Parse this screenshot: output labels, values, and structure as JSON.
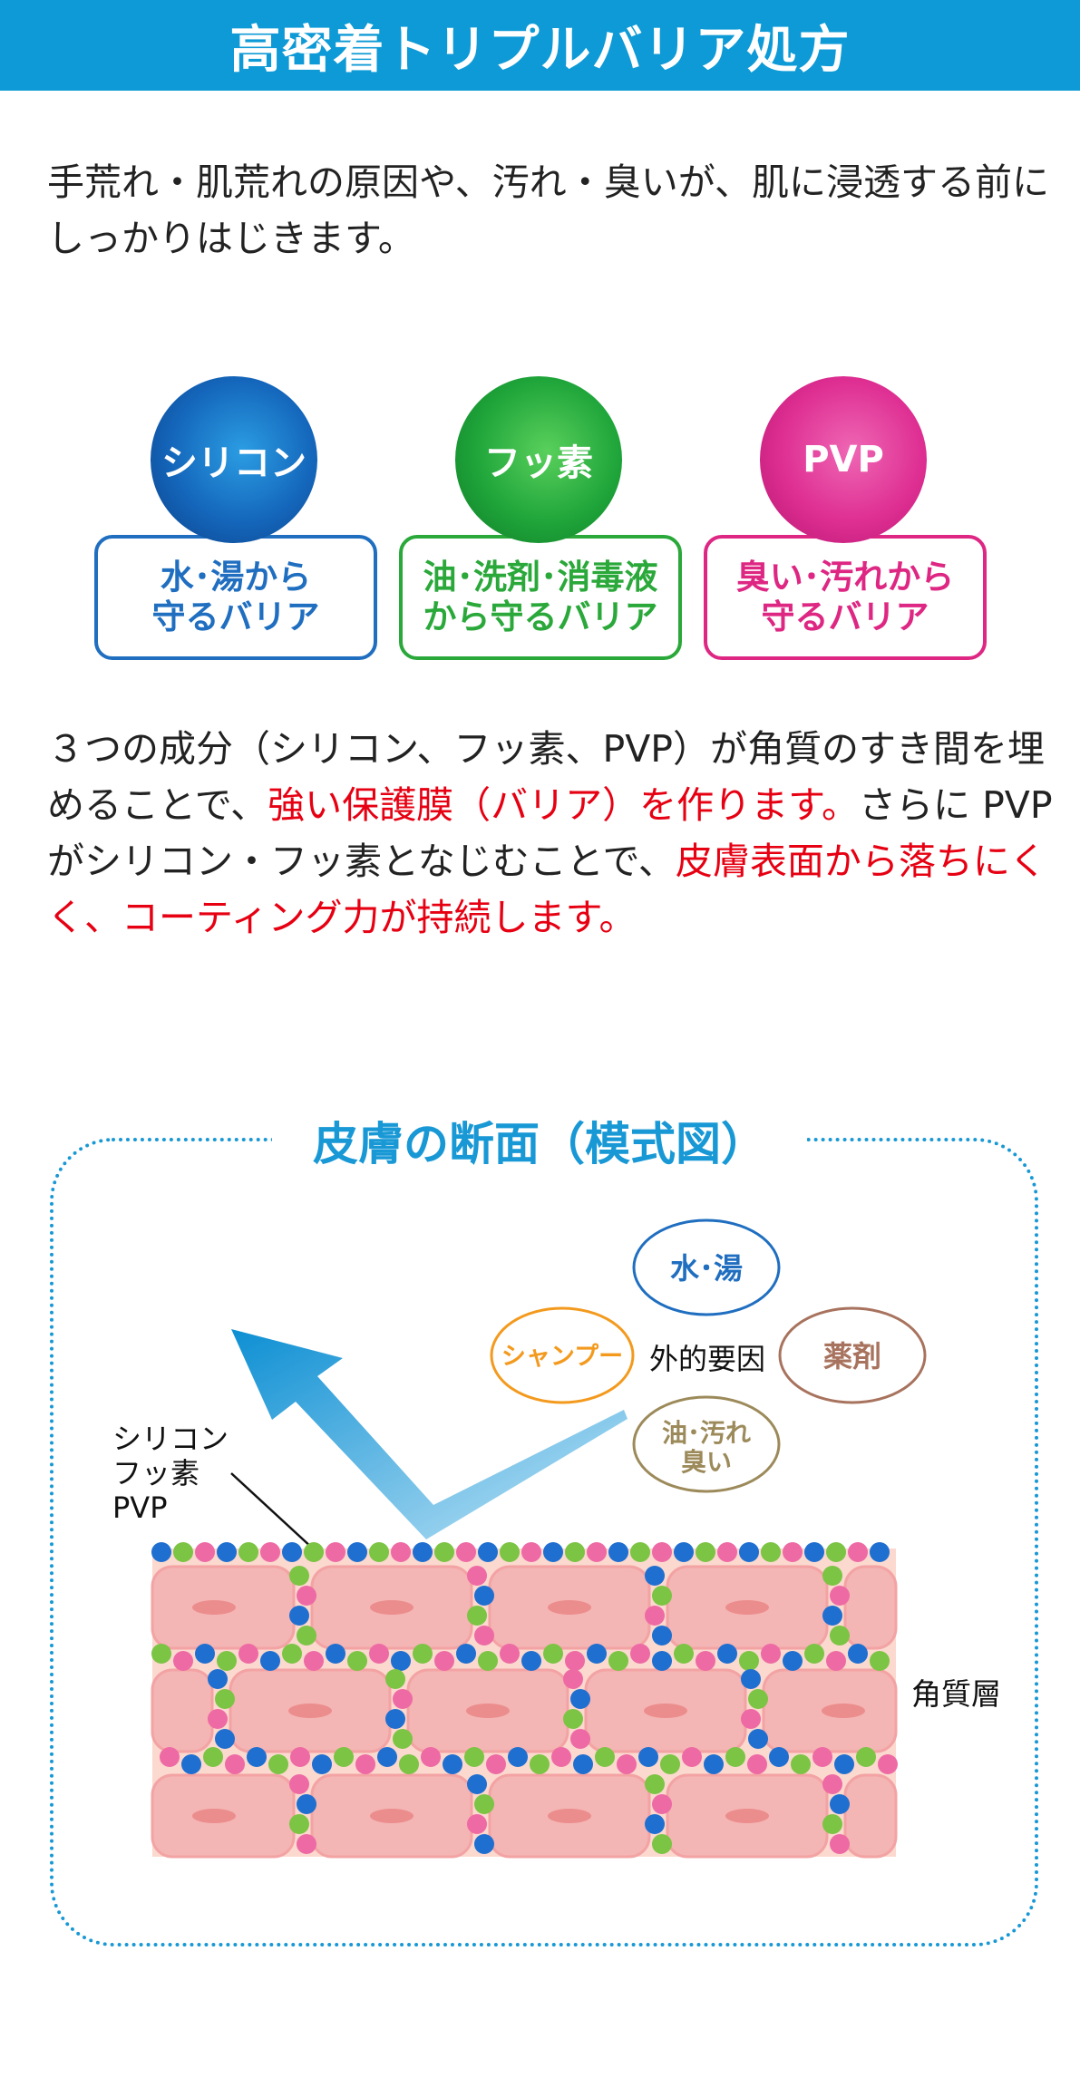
{
  "header": {
    "title": "高密着トリプルバリア処方"
  },
  "intro": {
    "text": "手荒れ・肌荒れの原因や、汚れ・臭いが、肌に浸透する前にしっかりはじきます。"
  },
  "badges": [
    {
      "name": "シリコン",
      "line1": "水･湯から",
      "line2": "守るバリア",
      "color": "#1f6ec0"
    },
    {
      "name": "フッ素",
      "line1": "油･洗剤･消毒液",
      "line2": "から守るバリア",
      "color": "#2aa83a"
    },
    {
      "name": "PVP",
      "line1": "臭い･汚れから",
      "line2": "守るバリア",
      "color": "#de2683"
    }
  ],
  "description": {
    "p1": "３つの成分（シリコン、フッ素、PVP）が角質のすき間を埋めることで、",
    "r1": "強い保護膜（バリア）を作ります。",
    "p2": "さらに PVP がシリコン・フッ素となじむことで、",
    "r2": "皮膚表面から落ちにくく、コーティング力が持続します。"
  },
  "diagram": {
    "title": "皮膚の断面（模式図）",
    "factors_label": "外的要因",
    "factors": [
      {
        "label": "水･湯",
        "color": "#1f6ec0"
      },
      {
        "label": "シャンプー",
        "color": "#f39a1e"
      },
      {
        "label": "薬剤",
        "color": "#a8735e"
      },
      {
        "label": "油･汚れ",
        "label2": "臭い",
        "color": "#9c8a5a"
      }
    ],
    "ingredients": [
      "シリコン",
      "フッ素",
      "PVP"
    ],
    "layer_label": "角質層",
    "dot_colors": {
      "blue": "#1f6fd0",
      "green": "#7cc444",
      "pink": "#ee6aa4"
    },
    "cell_color": "#f4b5b5",
    "arrow_color": "#1898d5"
  }
}
